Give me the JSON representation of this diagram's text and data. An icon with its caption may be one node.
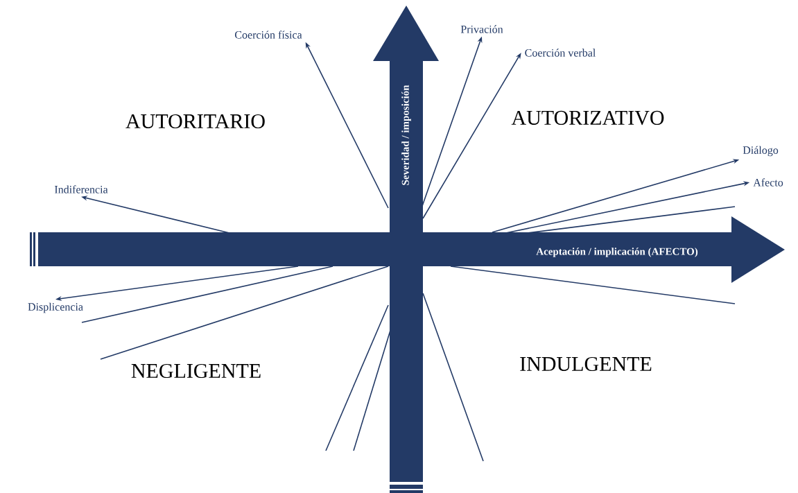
{
  "diagram": {
    "nodes": [
      {
        "text": [
          "Coerción física"
        ]
      },
      {
        "text": [
          "Privación"
        ]
      },
      {
        "text": [
          "Coerción verbal"
        ]
      },
      {
        "text": [
          "Diálogo"
        ]
      },
      {
        "text": [
          "Afecto"
        ]
      },
      {
        "text": [
          "Indiferencia"
        ]
      },
      {
        "text": [
          "Displicencia"
        ]
      }
    ],
    "edges": [
      {
        "from": null,
        "to": 0,
        "arrow": "to"
      },
      {
        "from": null,
        "to": 1,
        "arrow": "to"
      },
      {
        "from": null,
        "to": 2,
        "arrow": "to"
      },
      {
        "from": null,
        "to": 3,
        "arrow": "to"
      },
      {
        "from": null,
        "to": 4,
        "arrow": "to"
      },
      {
        "from": null,
        "to": 5,
        "arrow": "to"
      },
      {
        "from": null,
        "to": 6,
        "arrow": "to"
      }
    ],
    "labels": [
      "AUTORITARIO",
      "Severidad / imposición",
      "AUTORIZATIVO",
      "Aceptación / implicación (AFECTO)",
      "NEGLIGENTE",
      "INDULGENTE"
    ]
  }
}
